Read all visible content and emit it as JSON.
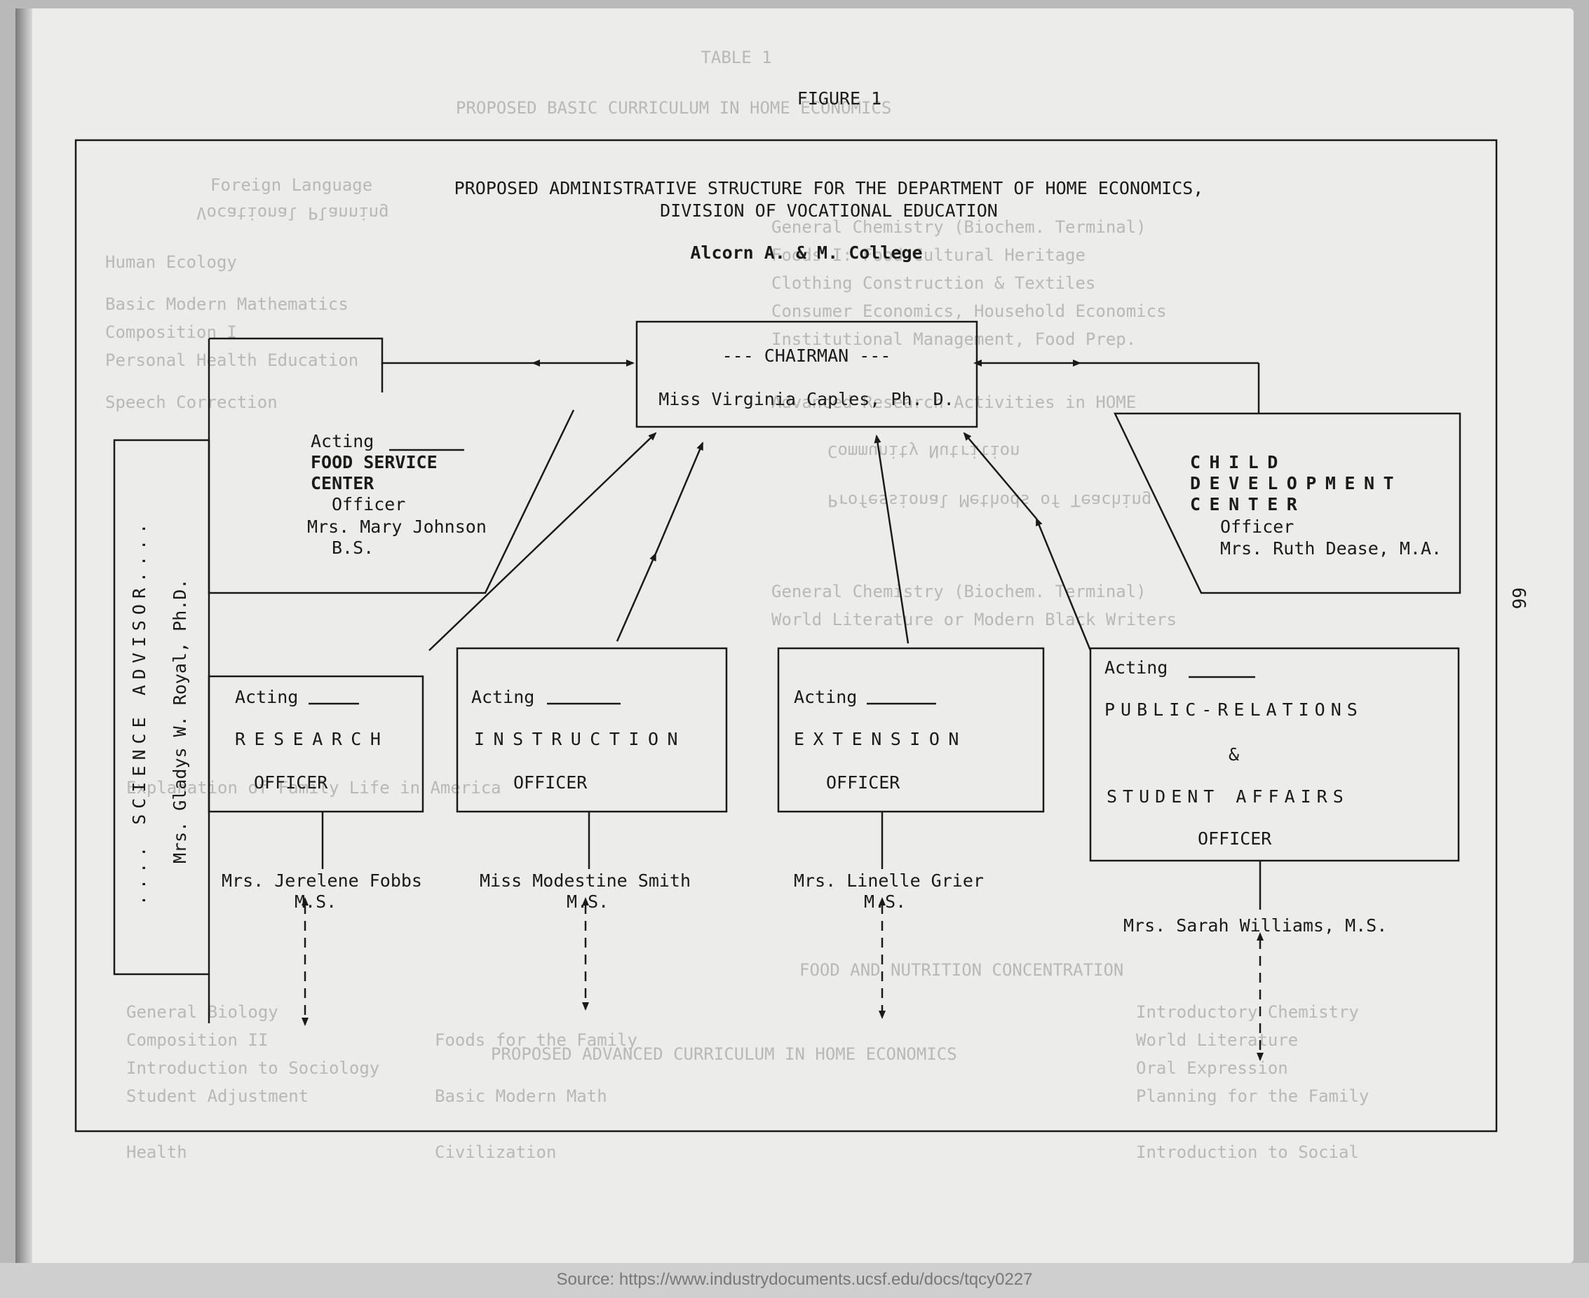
{
  "figure_label": "FIGURE 1",
  "title": {
    "line1": "PROPOSED ADMINISTRATIVE STRUCTURE FOR THE DEPARTMENT OF HOME ECONOMICS,",
    "line2": "DIVISION OF VOCATIONAL EDUCATION",
    "institution": "Alcorn A. & M. College"
  },
  "chairman": {
    "role": "--- CHAIRMAN ---",
    "name": "Miss Virginia Caples, Ph. D."
  },
  "food_service": {
    "acting": "Acting",
    "line1": "FOOD SERVICE",
    "line2": "CENTER",
    "line3": "Officer",
    "name": "Mrs. Mary Johnson",
    "degree": "B.S."
  },
  "child_development": {
    "line1": "CHILD",
    "line2": "DEVELOPMENT",
    "line3": "CENTER",
    "line4": "Officer",
    "name": "Mrs. Ruth Dease, M.A."
  },
  "science_advisor": {
    "label": ".... SCIENCE ADVISOR....",
    "name": "Mrs. Gladys W. Royal, Ph.D."
  },
  "research": {
    "acting": "Acting",
    "title": "RESEARCH",
    "officer": "OFFICER",
    "name": "Mrs. Jerelene Fobbs",
    "degree": "M.S."
  },
  "instruction": {
    "acting": "Acting",
    "title": "INSTRUCTION",
    "officer": "OFFICER",
    "name": "Miss Modestine Smith",
    "degree": "M.S."
  },
  "extension": {
    "acting": "Acting",
    "title": "EXTENSION",
    "officer": "OFFICER",
    "name": "Mrs. Linelle Grier",
    "degree": "M.S."
  },
  "public_relations": {
    "acting": "Acting",
    "line1": "PUBLIC-RELATIONS",
    "amp": "&",
    "line2": "STUDENT AFFAIRS",
    "officer": "OFFICER",
    "name": "Mrs. Sarah Williams, M.S."
  },
  "page_number": "66",
  "source": "Source: https://www.industrydocuments.ucsf.edu/docs/tqcy0227"
}
